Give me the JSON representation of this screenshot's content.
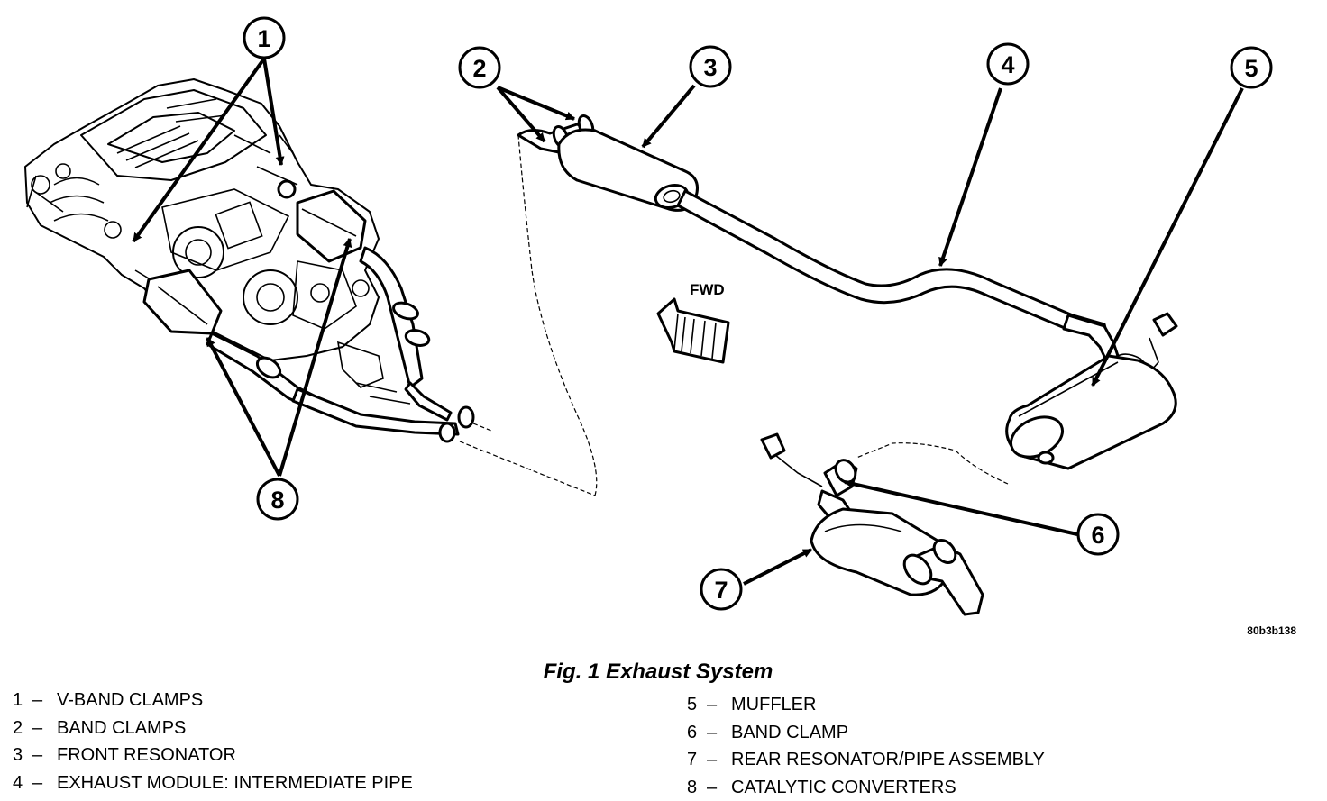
{
  "figure": {
    "caption": "Fig. 1 Exhaust System",
    "figure_id": "80b3b138",
    "fwd_label": "FWD"
  },
  "callouts": [
    {
      "number": "1"
    },
    {
      "number": "2"
    },
    {
      "number": "3"
    },
    {
      "number": "4"
    },
    {
      "number": "5"
    },
    {
      "number": "6"
    },
    {
      "number": "7"
    },
    {
      "number": "8"
    }
  ],
  "legend": {
    "left": [
      {
        "number": "1",
        "dash": "–",
        "label": "V-BAND CLAMPS"
      },
      {
        "number": "2",
        "dash": "–",
        "label": "BAND CLAMPS"
      },
      {
        "number": "3",
        "dash": "–",
        "label": "FRONT RESONATOR"
      },
      {
        "number": "4",
        "dash": "–",
        "label": "EXHAUST MODULE: INTERMEDIATE PIPE"
      }
    ],
    "right": [
      {
        "number": "5",
        "dash": "–",
        "label": "MUFFLER"
      },
      {
        "number": "6",
        "dash": "–",
        "label": "BAND CLAMP"
      },
      {
        "number": "7",
        "dash": "–",
        "label": "REAR RESONATOR/PIPE ASSEMBLY"
      },
      {
        "number": "8",
        "dash": "–",
        "label": "CATALYTIC CONVERTERS"
      }
    ]
  }
}
